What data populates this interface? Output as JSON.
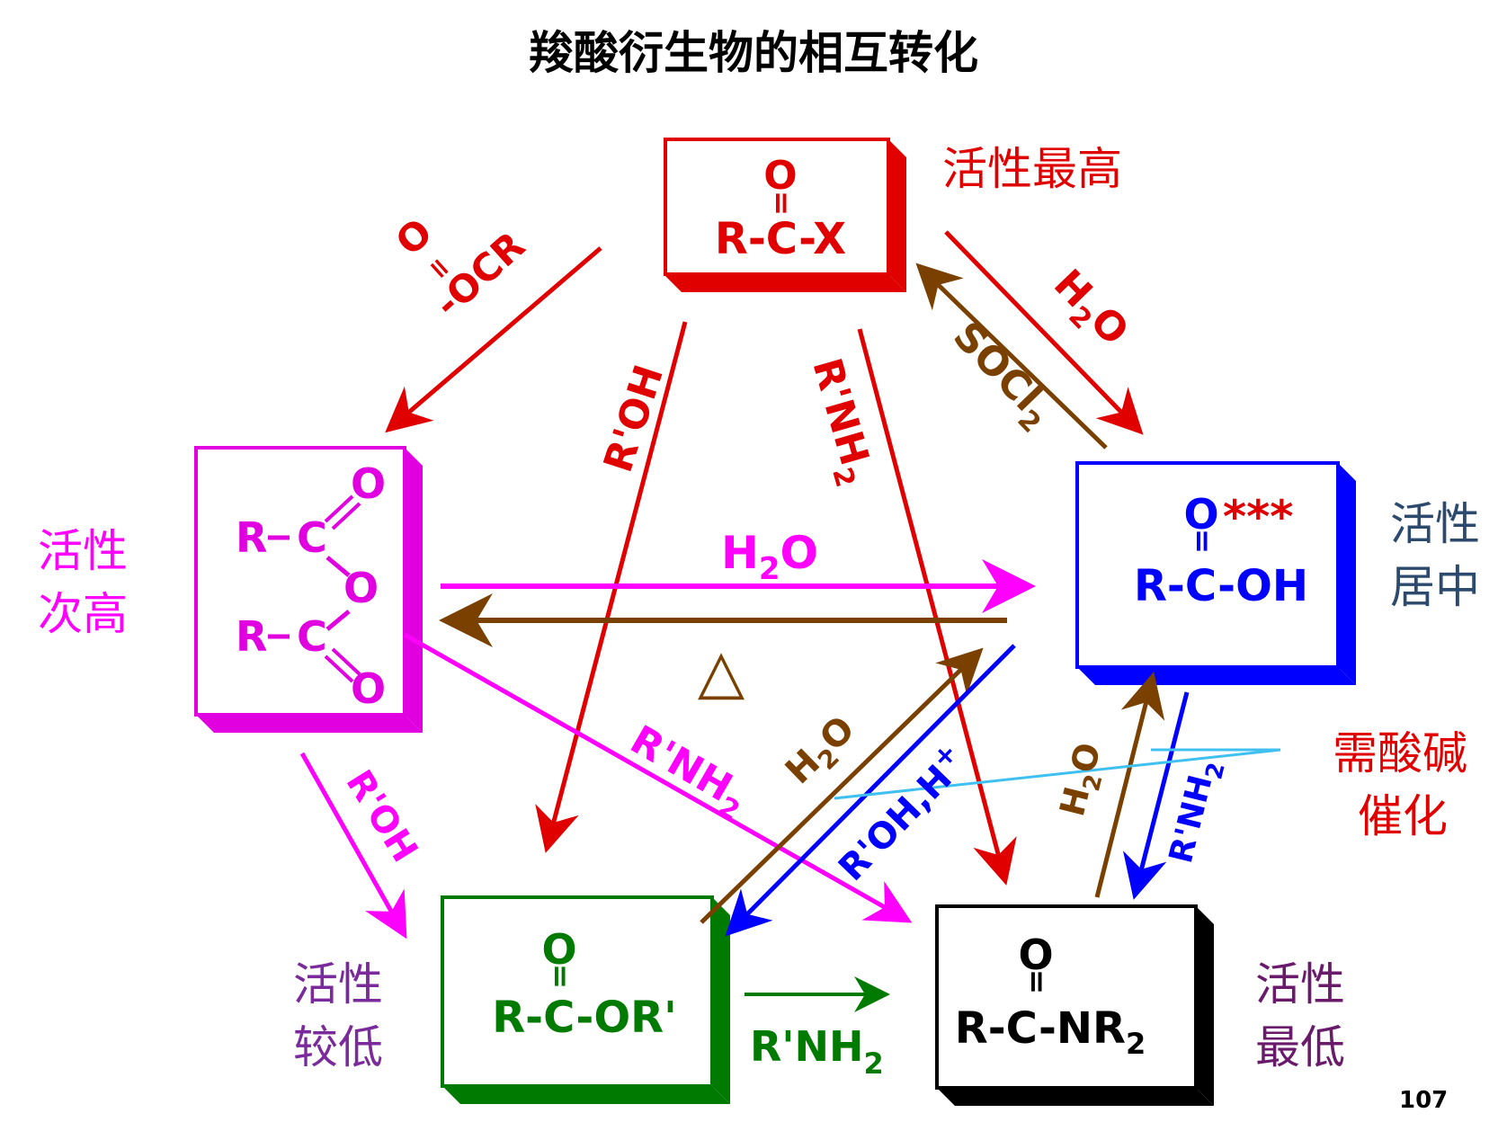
{
  "title": "羧酸衍生物的相互转化",
  "page_number": "107",
  "colors": {
    "acyl_halide": "#e00000",
    "anhydride": "#e000e0",
    "acid": "#0000ff",
    "ester": "#007a00",
    "amide": "#000000",
    "brown": "#7a4000",
    "cyan": "#40c0f0",
    "acid_label": "#2c4a6e",
    "low_label": "#7a2a9a",
    "lowest_label": "#6a1a6a"
  },
  "compounds": {
    "acyl_halide": {
      "o": "O",
      "dbl": "=",
      "formula": "R-C-X"
    },
    "anhydride": {
      "r1": "R",
      "c1": "C",
      "o1": "O",
      "obridge": "O",
      "r2": "R",
      "c2": "C",
      "o2": "O"
    },
    "acid": {
      "o": "O",
      "stars": "***",
      "dbl": "=",
      "formula": "R-C-OH"
    },
    "ester": {
      "o": "O",
      "dbl": "=",
      "formula": "R-C-OR'"
    },
    "amide": {
      "o": "O",
      "dbl": "=",
      "formula": "R-C-NR",
      "sub": "2"
    }
  },
  "activity": {
    "highest": "活性最高",
    "second_1": "活性",
    "second_2": "次高",
    "middle_1": "活性",
    "middle_2": "居中",
    "lower_1": "活性",
    "lower_2": "较低",
    "lowest_1": "活性",
    "lowest_2": "最低"
  },
  "catalysis": {
    "line1": "需酸碱",
    "line2": "催化"
  },
  "reagents": {
    "carboxylate_o": "O",
    "carboxylate_dbl": "=",
    "carboxylate": "-OCR",
    "roh": "R'OH",
    "rnh2": "R'NH",
    "h2o": "H",
    "h2o_o": "O",
    "socl2": "SOCl",
    "sub2": "2",
    "delta": "△",
    "roh_h": "R'OH,H",
    "plus": "+"
  }
}
